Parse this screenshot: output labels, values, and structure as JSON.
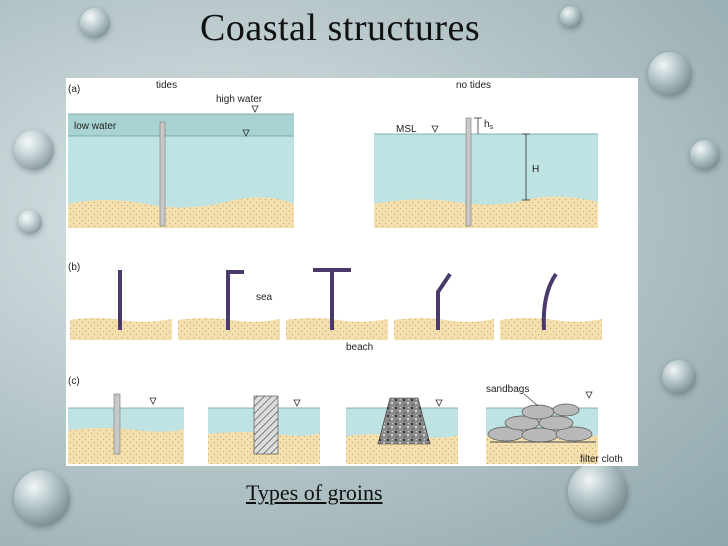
{
  "slide": {
    "title": "Coastal structures",
    "caption": "Types of groins"
  },
  "panel_a": {
    "label": "(a)",
    "tides_label": "tides",
    "no_tides_label": "no tides",
    "high_water": "high water",
    "low_water": "low water",
    "msl": "MSL",
    "hs": "h",
    "hs_sub": "s",
    "H": "H"
  },
  "panel_b": {
    "label": "(b)",
    "sea": "sea",
    "beach": "beach"
  },
  "panel_c": {
    "label": "(c)",
    "sandbags": "sandbags",
    "filter_cloth": "filter cloth"
  },
  "colors": {
    "water": "#bfe3e3",
    "high_water_band": "#a9d3d3",
    "sand": "#f4dfae",
    "groin": "#4a3a6b",
    "pile": "#c8c8c8"
  }
}
